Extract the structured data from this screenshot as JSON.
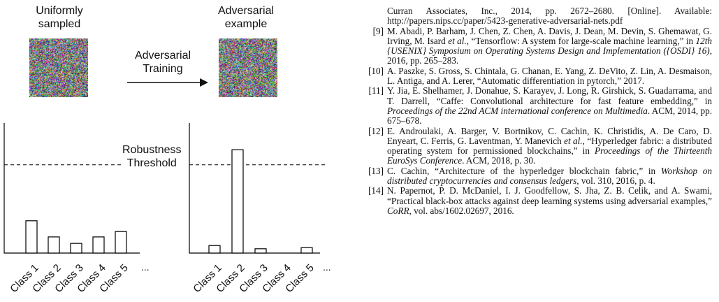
{
  "figure": {
    "left_title": "Uniformly\nsampled",
    "right_title": "Adversarial\nexample",
    "arrow_label": "Adversarial\nTraining",
    "threshold_label": "Robustness\nThreshold",
    "ellipsis": "...",
    "colors": {
      "bar": "#000000",
      "threshold": "#000000"
    }
  },
  "chart_data": [
    {
      "type": "bar",
      "categories": [
        "Class 1",
        "Class 2",
        "Class 3",
        "Class 4",
        "Class 5"
      ],
      "values": [
        0.3,
        0.15,
        0.09,
        0.15,
        0.2
      ],
      "threshold": 0.82,
      "ylim": [
        0,
        1
      ],
      "grid": false
    },
    {
      "type": "bar",
      "categories": [
        "Class 1",
        "Class 2",
        "Class 3",
        "Class 4",
        "Class 5"
      ],
      "values": [
        0.07,
        0.96,
        0.04,
        0.0,
        0.05
      ],
      "threshold": 0.82,
      "ylim": [
        0,
        1
      ],
      "grid": false
    }
  ],
  "references": {
    "continuation": "Curran Associates, Inc., 2014, pp. 2672–2680. [Online]. Available: http://papers.nips.cc/paper/5423-generative-adversarial-nets.pdf",
    "items": [
      {
        "num": "[9]",
        "parts": [
          {
            "t": "M. Abadi, P. Barham, J. Chen, Z. Chen, A. Davis, J. Dean, M. Devin, S. Ghemawat, G. Irving, M. Isard ",
            "i": false
          },
          {
            "t": "et al.",
            "i": true
          },
          {
            "t": ", “Tensorflow: A system for large-scale machine learning,” in ",
            "i": false
          },
          {
            "t": "12th {USENIX} Symposium on Operating Systems Design and Implementation ({OSDI} 16)",
            "i": true
          },
          {
            "t": ", 2016, pp. 265–283.",
            "i": false
          }
        ]
      },
      {
        "num": "[10]",
        "parts": [
          {
            "t": "A. Paszke, S. Gross, S. Chintala, G. Chanan, E. Yang, Z. DeVito, Z. Lin, A. Desmaison, L. Antiga, and A. Lerer, “Automatic differentiation in pytorch,” 2017.",
            "i": false
          }
        ]
      },
      {
        "num": "[11]",
        "parts": [
          {
            "t": "Y. Jia, E. Shelhamer, J. Donahue, S. Karayev, J. Long, R. Girshick, S. Guadarrama, and T. Darrell, “Caffe: Convolutional architecture for fast feature embedding,” in ",
            "i": false
          },
          {
            "t": "Proceedings of the 22nd ACM international conference on Multimedia",
            "i": true
          },
          {
            "t": ".   ACM, 2014, pp. 675–678.",
            "i": false
          }
        ]
      },
      {
        "num": "[12]",
        "parts": [
          {
            "t": "E. Androulaki, A. Barger, V. Bortnikov, C. Cachin, K. Christidis, A. De Caro, D. Enyeart, C. Ferris, G. Laventman, Y. Manevich ",
            "i": false
          },
          {
            "t": "et al.",
            "i": true
          },
          {
            "t": ", “Hyperledger fabric: a distributed operating system for permissioned blockchains,” in ",
            "i": false
          },
          {
            "t": "Proceedings of the Thirteenth EuroSys Conference",
            "i": true
          },
          {
            "t": ".   ACM, 2018, p. 30.",
            "i": false
          }
        ]
      },
      {
        "num": "[13]",
        "parts": [
          {
            "t": "C. Cachin, “Architecture of the hyperledger blockchain fabric,” in ",
            "i": false
          },
          {
            "t": "Workshop on distributed cryptocurrencies and consensus ledgers",
            "i": true
          },
          {
            "t": ", vol. 310, 2016, p. 4.",
            "i": false
          }
        ]
      },
      {
        "num": "[14]",
        "parts": [
          {
            "t": "N. Papernot, P. D. McDaniel, I. J. Goodfellow, S. Jha, Z. B. Celik, and A. Swami, “Practical black-box attacks against deep learning systems using adversarial examples,” ",
            "i": false
          },
          {
            "t": "CoRR",
            "i": true
          },
          {
            "t": ", vol. abs/1602.02697, 2016.",
            "i": false
          }
        ]
      }
    ]
  }
}
